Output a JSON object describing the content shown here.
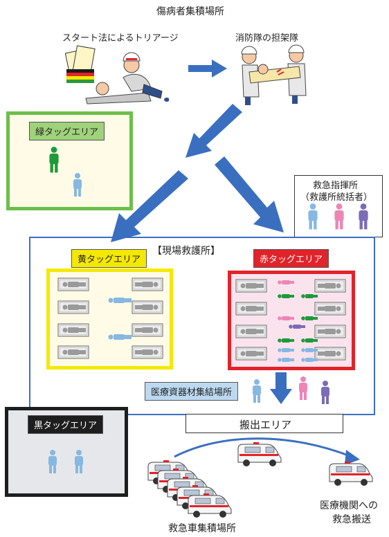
{
  "top": {
    "title": "傷病者集積場所",
    "triage_label": "スタート法によるトリアージ",
    "stretcher_label": "消防隊の担架隊"
  },
  "green_area": {
    "label": "緑タッグエリア",
    "color": "#6cbf4b",
    "fill": "#fffbe6"
  },
  "command": {
    "title": "救急指揮所",
    "subtitle": "（救護所統括者）"
  },
  "site": {
    "title": "【現場救護所】"
  },
  "yellow_area": {
    "label": "黄タッグエリア",
    "color": "#f5e800"
  },
  "red_area": {
    "label": "赤タッグエリア",
    "color": "#e1232a"
  },
  "supplies": {
    "label": "医療資器材集結場所"
  },
  "black_area": {
    "label": "黒タッグエリア",
    "color": "#1e1e1e"
  },
  "carry_out": {
    "label": "搬出エリア"
  },
  "ambulance_pool": {
    "label": "救急車集積場所"
  },
  "transport": {
    "line1": "医療機関への",
    "line2": "救急搬送"
  },
  "colors": {
    "blue_arrow": "#3a6fc0",
    "person_green": "#1f9a3a",
    "person_blue": "#86b8e2",
    "person_pink": "#ec86b6",
    "person_purple": "#7a6cb6",
    "bed_gray": "#9a9a9a"
  }
}
